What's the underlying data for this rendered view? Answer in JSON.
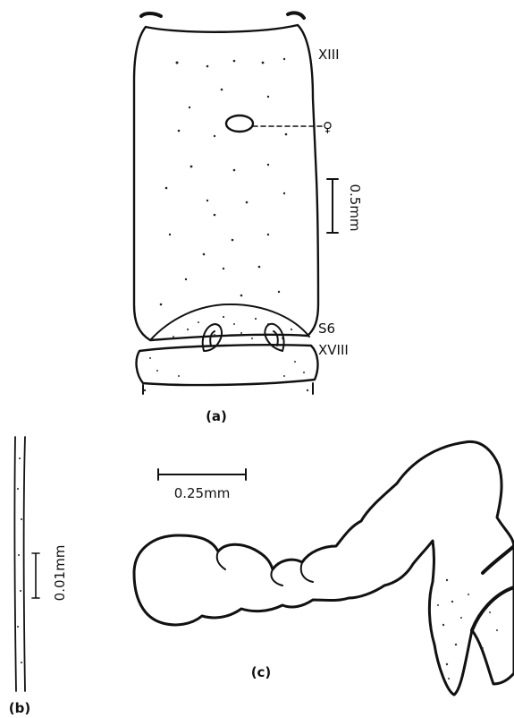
{
  "panel_a": {
    "segment_labels": {
      "upper": "XIII",
      "lower": "XVIII",
      "setae": "S6"
    },
    "female_symbol": "♀",
    "scale_bar": "0.5mm",
    "caption": "(a)"
  },
  "panel_b": {
    "scale_bar": "0.01mm",
    "caption": "(b)"
  },
  "panel_c": {
    "scale_bar": "0.25mm",
    "caption": "(c)"
  }
}
